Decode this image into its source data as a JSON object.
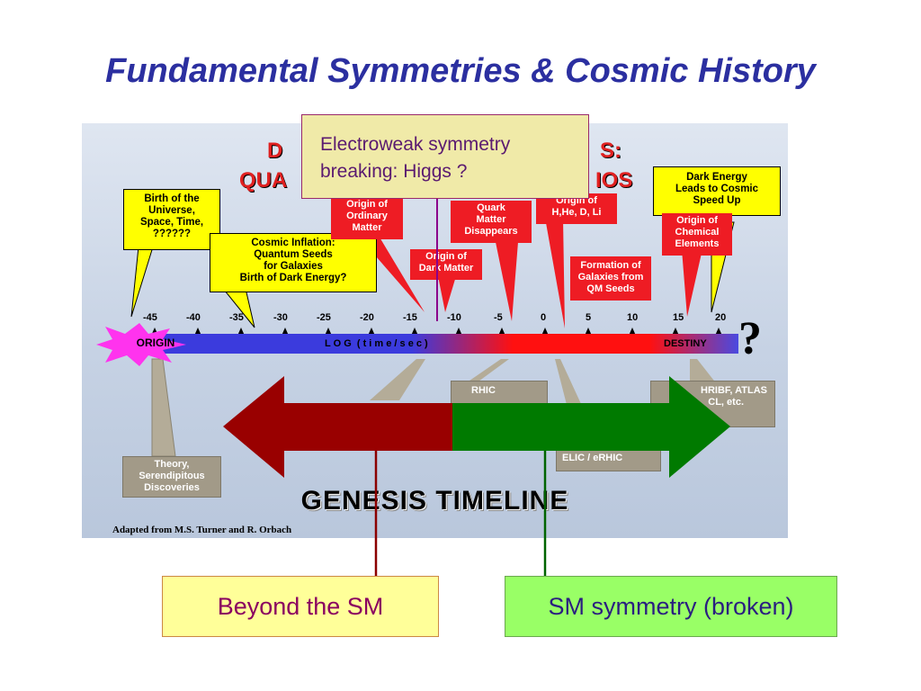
{
  "title": "Fundamental Symmetries & Cosmic History",
  "callout_top": {
    "line1": "Electroweak symmetry",
    "line2": "breaking: Higgs ?"
  },
  "diagram": {
    "heading_fragments": {
      "left_top": "D",
      "right_top": "S:",
      "left_bottom": "QUA",
      "right_bottom": "IOS"
    },
    "yellow_callouts": {
      "birth": [
        "Birth of the",
        "Universe,",
        "Space, Time,",
        "??????"
      ],
      "inflation": [
        "Cosmic Inflation:",
        "Quantum Seeds",
        "for Galaxies",
        "Birth of Dark Energy?"
      ],
      "dark_energy": [
        "Dark Energy",
        "Leads to Cosmic",
        "Speed Up"
      ]
    },
    "red_callouts": {
      "ordinary_matter": [
        "Origin of",
        "Ordinary",
        "Matter"
      ],
      "dark_matter": [
        "Origin of",
        "Dark Matter"
      ],
      "quark_matter": [
        "Quark",
        "Matter",
        "Disappears"
      ],
      "light_elements": [
        "Origin of",
        "H,He, D, Li"
      ],
      "galaxies": [
        "Formation of",
        "Galaxies from",
        "QM Seeds"
      ],
      "chemical_elements": [
        "Origin of",
        "Chemical",
        "Elements"
      ]
    },
    "ticks": [
      "-45",
      "-40",
      "-35",
      "-30",
      "-25",
      "-20",
      "-15",
      "-10",
      "-5",
      "0",
      "5",
      "10",
      "15",
      "20"
    ],
    "origin_label": "ORIGIN",
    "axis_label": "L O G  ( t i m e / s e c )",
    "destiny_label": "DESTINY",
    "question_mark": "?",
    "gray_callouts": {
      "theory": [
        "Theory,",
        "Serendipitous",
        "Discoveries"
      ],
      "rhic": "RHIC",
      "hribf": [
        "HRIBF, ATLAS",
        "CL, etc."
      ],
      "elic": "ELIC / eRHIC"
    },
    "genesis": "GENESIS TIMELINE",
    "credit": "Adapted from M.S. Turner and R. Orbach"
  },
  "bottom_boxes": {
    "left": "Beyond the SM",
    "right": "SM symmetry (broken)"
  },
  "colors": {
    "title": "#2b2fa0",
    "arrow_left": "#990000",
    "arrow_right": "#007a00",
    "left_box_bg": "#ffff99",
    "right_box_bg": "#99ff66",
    "left_box_text": "#8a0060"
  }
}
